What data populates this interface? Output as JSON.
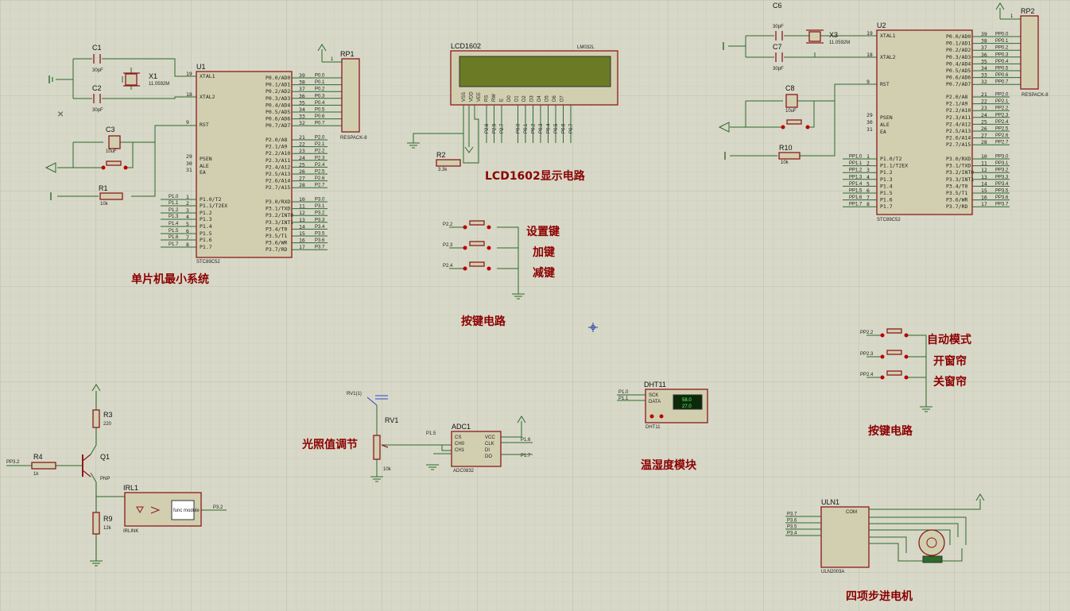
{
  "captions": {
    "mcu_system": "单片机最小系统",
    "lcd_circuit": "LCD1602显示电路",
    "key_circuit_1": "按键电路",
    "key_circuit_2": "按键电路",
    "light_adjust": "光照值调节",
    "temp_humidity": "温湿度模块",
    "stepper": "四项步进电机"
  },
  "keys1": [
    "设置键",
    "加键",
    "减键"
  ],
  "keys2": [
    "自动模式",
    "开窗帘",
    "关窗帘"
  ],
  "u1": {
    "ref": "U1",
    "part": "STC89C52",
    "left_pins": [
      {
        "n": "19",
        "name": "XTAL1"
      },
      {
        "n": "18",
        "name": "XTAL2"
      },
      {
        "n": "9",
        "name": "RST"
      },
      {
        "n": "29",
        "name": "PSEN"
      },
      {
        "n": "30",
        "name": "ALE"
      },
      {
        "n": "31",
        "name": "EA"
      },
      {
        "n": "1",
        "name": "P1.0/T2"
      },
      {
        "n": "2",
        "name": "P1.1/T2EX"
      },
      {
        "n": "3",
        "name": "P1.2"
      },
      {
        "n": "4",
        "name": "P1.3"
      },
      {
        "n": "5",
        "name": "P1.4"
      },
      {
        "n": "6",
        "name": "P1.5"
      },
      {
        "n": "7",
        "name": "P1.6"
      },
      {
        "n": "8",
        "name": "P1.7"
      }
    ],
    "p0": [
      "P0.0/AD0",
      "P0.1/AD1",
      "P0.2/AD2",
      "P0.3/AD3",
      "P0.4/AD4",
      "P0.5/AD5",
      "P0.6/AD6",
      "P0.7/AD7"
    ],
    "p0_nums": [
      "39",
      "38",
      "37",
      "36",
      "35",
      "34",
      "33",
      "32"
    ],
    "p2": [
      "P2.0/A8",
      "P2.1/A9",
      "P2.2/A10",
      "P2.3/A11",
      "P2.4/A12",
      "P2.5/A13",
      "P2.6/A14",
      "P2.7/A15"
    ],
    "p2_nums": [
      "21",
      "22",
      "23",
      "24",
      "25",
      "26",
      "27",
      "28"
    ],
    "p3": [
      "P3.0/RXD",
      "P3.1/TXD",
      "P3.2/INT0",
      "P3.3/INT1",
      "P3.4/T0",
      "P3.5/T1",
      "P3.6/WR",
      "P3.7/RD"
    ],
    "p3_nums": [
      "10",
      "11",
      "12",
      "13",
      "14",
      "15",
      "16",
      "17"
    ],
    "p0_nets": [
      "P0.0",
      "P0.1",
      "P0.2",
      "P0.3",
      "P0.4",
      "P0.5",
      "P0.6",
      "P0.7"
    ],
    "p1_nets": [
      "P1.0",
      "P1.1",
      "P1.2",
      "P1.3",
      "P1.4",
      "P1.5",
      "P1.6",
      "P1.7"
    ],
    "p2_nets": [
      "P2.0",
      "P2.1",
      "P2.2",
      "P2.3",
      "P2.4",
      "P2.5",
      "P2.6",
      "P2.7"
    ],
    "p3_nets": [
      "P3.0",
      "P3.1",
      "P3.2",
      "P3.3",
      "P3.4",
      "P3.5",
      "P3.6",
      "P3.7"
    ]
  },
  "u2": {
    "ref": "U2",
    "part": "STC89C52",
    "p0_nets": [
      "PP0.0",
      "PP0.1",
      "PP0.2",
      "PP0.3",
      "PP0.4",
      "PP0.5",
      "PP0.6",
      "PP0.7"
    ],
    "p1_nets": [
      "PP1.0",
      "PP1.1",
      "PP1.2",
      "PP1.3",
      "PP1.4",
      "PP1.5",
      "PP1.6",
      "PP1.7"
    ],
    "p2_nets": [
      "PP2.0",
      "PP2.1",
      "PP2.2",
      "PP2.3",
      "PP2.4",
      "PP2.5",
      "PP2.6",
      "PP2.7"
    ],
    "p3_nets": [
      "PP3.0",
      "PP3.1",
      "PP3.2",
      "PP3.3",
      "PP3.4",
      "PP3.5",
      "PP3.6",
      "PP3.7"
    ]
  },
  "parts": {
    "c1": "C1",
    "c1v": "30pF",
    "c2": "C2",
    "c2v": "30pF",
    "x1": "X1",
    "x1v": "11.0592M",
    "c3": "C3",
    "c3v": "10uF",
    "r1": "R1",
    "r1v": "10k",
    "rp1": "RP1",
    "rp1p": "RESPACK-8",
    "rp2": "RP2",
    "rp2p": "RESPACK-8",
    "c6": "C6",
    "c6v": "30pF",
    "c7": "C7",
    "c7v": "30pF",
    "x3": "X3",
    "x3v": "11.0592M",
    "c8": "C8",
    "c8v": "10uF",
    "r10": "R10",
    "r10v": "10k",
    "lcd": "LCD1602",
    "lcdp": "LM032L",
    "r2": "R2",
    "r2v": "3.3k",
    "lcd_pins": [
      "VSS",
      "VDD",
      "VEE",
      "RS",
      "RW",
      "E",
      "D0",
      "D1",
      "D2",
      "D3",
      "D4",
      "D5",
      "D6",
      "D7"
    ],
    "lcd_nets": [
      "P2.6",
      "P2.5",
      "P2.7",
      "P0.0",
      "P0.1",
      "P0.2",
      "P0.3",
      "P0.4",
      "P0.5",
      "P0.6",
      "P0.7"
    ],
    "r3": "R3",
    "r3v": "220",
    "q1": "Q1",
    "q1p": "PNP",
    "r4": "R4",
    "r4v": "1k",
    "r9": "R9",
    "r9v": "12k",
    "irl": "IRL1",
    "irlp": "IRLINK",
    "irl_in": "PP3.2",
    "irl_out": "P3.2",
    "rv1": "RV1",
    "rv1v": "10k",
    "rv1probe": "RV1(1)",
    "adc": "ADC1",
    "adcp": "ADC0832",
    "adc_left": [
      "CS",
      "CH0",
      "CH1"
    ],
    "adc_right": [
      "VCC",
      "CLK",
      "DI",
      "DO"
    ],
    "adc_nets": [
      "P1.5",
      "P1.6",
      "P1.7"
    ],
    "dht": "DHT11",
    "dht_pins": [
      "SCK",
      "DATA"
    ],
    "dht_nets": [
      "P1.0",
      "P1.1"
    ],
    "dht_vals": [
      "58.0",
      "27.0"
    ],
    "uln": "ULN1",
    "ulnp": "ULN2003A",
    "uln_nets": [
      "P3.7",
      "P3.6",
      "P3.5",
      "P3.4"
    ],
    "uln_com": "COM"
  }
}
